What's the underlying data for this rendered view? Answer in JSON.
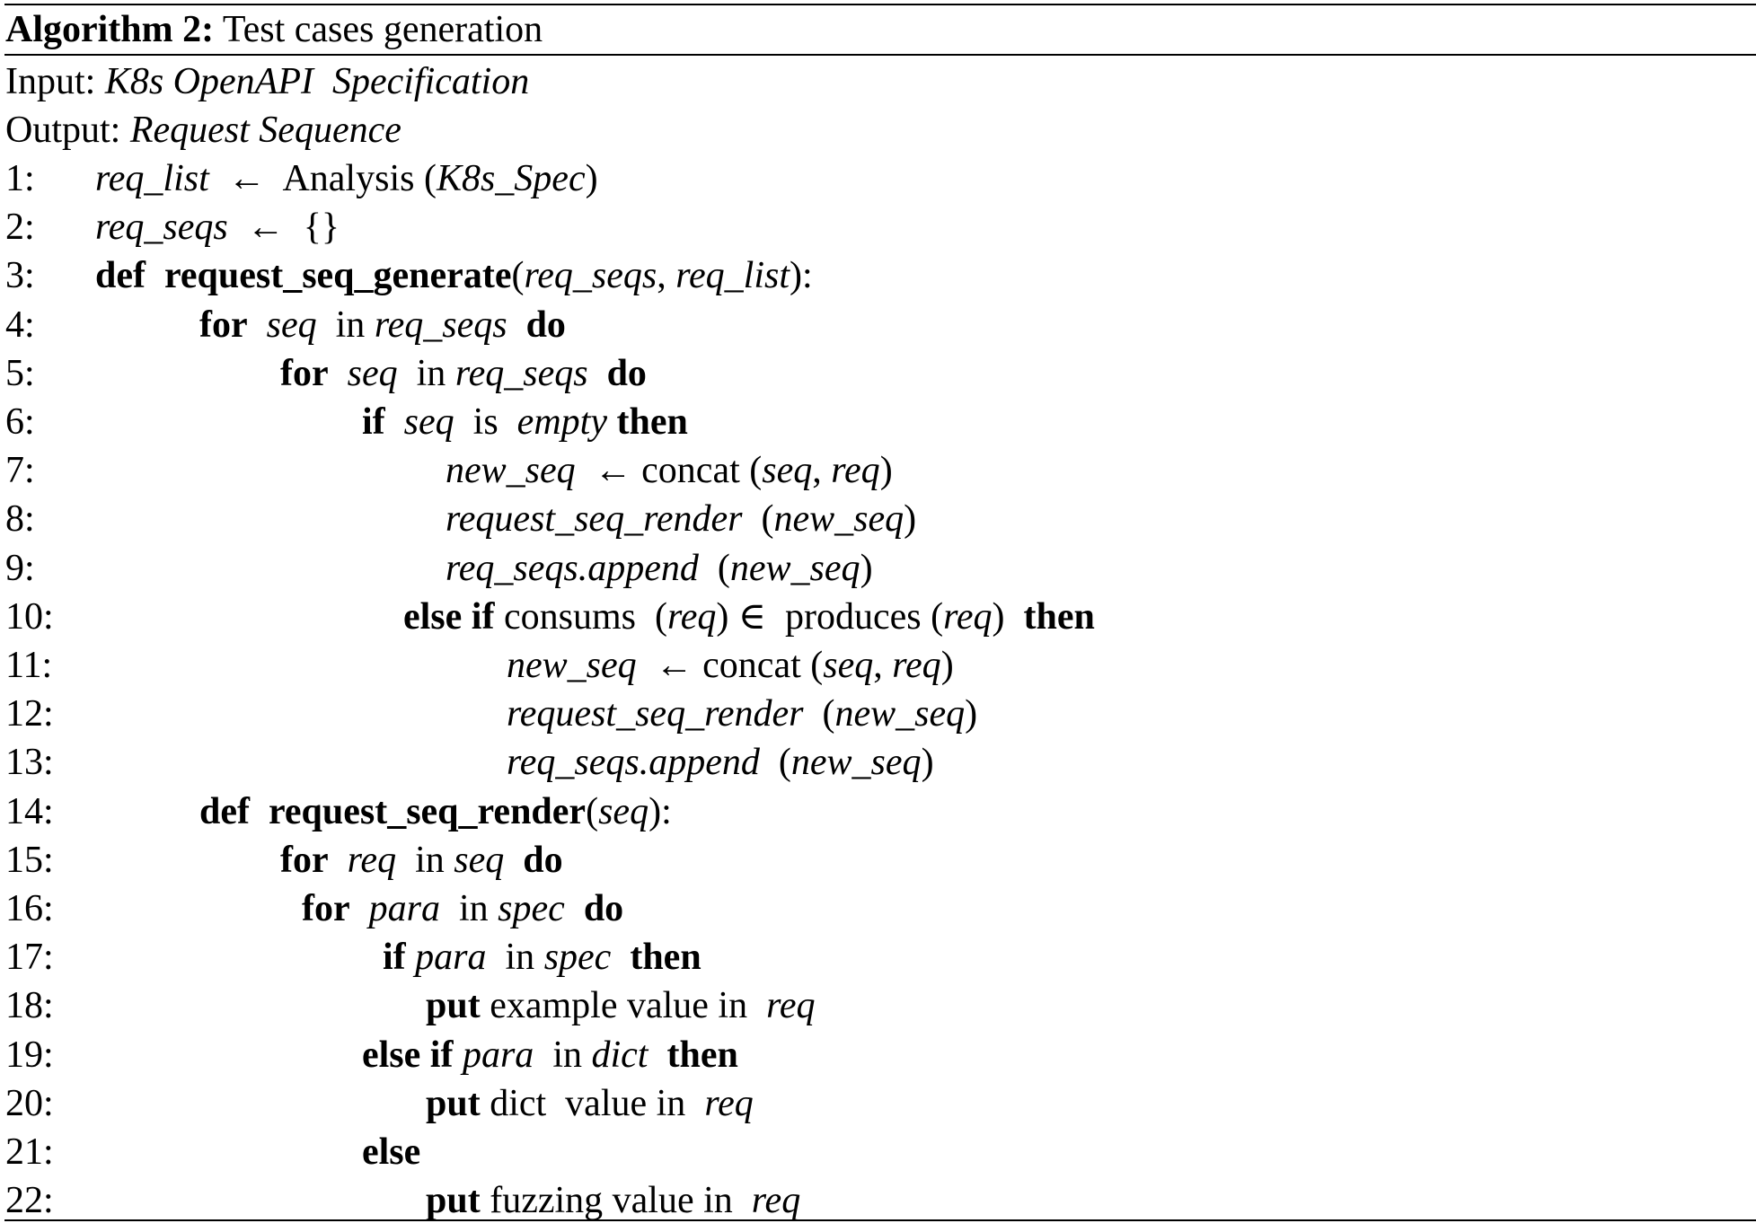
{
  "algorithm": {
    "label": "Algorithm 2:",
    "title": "Test cases generation"
  },
  "io": {
    "input_label": "Input:",
    "input_value": "K8s OpenAPI  Specification",
    "output_label": "Output:",
    "output_value": "Request Sequence"
  },
  "lines": [
    {
      "num": "1:",
      "indent": 1,
      "parts": [
        {
          "t": "req_list",
          "s": "i"
        },
        {
          "t": "  ←  Analysis (",
          "s": "n"
        },
        {
          "t": "K8s_Spec",
          "s": "i"
        },
        {
          "t": ")",
          "s": "n"
        }
      ]
    },
    {
      "num": "2:",
      "indent": 1,
      "parts": [
        {
          "t": "req_seqs",
          "s": "i"
        },
        {
          "t": "  ←  {}",
          "s": "n"
        }
      ]
    },
    {
      "num": "3:",
      "indent": 1,
      "parts": [
        {
          "t": "def  request_seq_generate",
          "s": "b"
        },
        {
          "t": "(",
          "s": "n"
        },
        {
          "t": "req_seqs",
          "s": "i"
        },
        {
          "t": ", ",
          "s": "n"
        },
        {
          "t": "req_list",
          "s": "i"
        },
        {
          "t": "):",
          "s": "n"
        }
      ]
    },
    {
      "num": "4:",
      "indent": 2,
      "parts": [
        {
          "t": "for",
          "s": "b"
        },
        {
          "t": "  ",
          "s": "n"
        },
        {
          "t": "seq",
          "s": "i"
        },
        {
          "t": "  in ",
          "s": "n"
        },
        {
          "t": "req_seqs",
          "s": "i"
        },
        {
          "t": "  ",
          "s": "n"
        },
        {
          "t": "do",
          "s": "b"
        }
      ]
    },
    {
      "num": "5:",
      "indent": 3,
      "parts": [
        {
          "t": "for",
          "s": "b"
        },
        {
          "t": "  ",
          "s": "n"
        },
        {
          "t": "seq",
          "s": "i"
        },
        {
          "t": "  in ",
          "s": "n"
        },
        {
          "t": "req_seqs",
          "s": "i"
        },
        {
          "t": "  ",
          "s": "n"
        },
        {
          "t": "do",
          "s": "b"
        }
      ]
    },
    {
      "num": "6:",
      "indent": 4,
      "parts": [
        {
          "t": "if",
          "s": "b"
        },
        {
          "t": "  ",
          "s": "n"
        },
        {
          "t": "seq",
          "s": "i"
        },
        {
          "t": "  is  ",
          "s": "n"
        },
        {
          "t": "empty",
          "s": "i"
        },
        {
          "t": " ",
          "s": "n"
        },
        {
          "t": "then",
          "s": "b"
        }
      ]
    },
    {
      "num": "7:",
      "indent": 5,
      "parts": [
        {
          "t": "new_seq",
          "s": "i"
        },
        {
          "t": "  ← concat (",
          "s": "n"
        },
        {
          "t": "seq",
          "s": "i"
        },
        {
          "t": ", ",
          "s": "n"
        },
        {
          "t": "req",
          "s": "i"
        },
        {
          "t": ")",
          "s": "n"
        }
      ]
    },
    {
      "num": "8:",
      "indent": 5,
      "parts": [
        {
          "t": "request_seq_render",
          "s": "i"
        },
        {
          "t": "  (",
          "s": "n"
        },
        {
          "t": "new_seq",
          "s": "i"
        },
        {
          "t": ")",
          "s": "n"
        }
      ]
    },
    {
      "num": "9:",
      "indent": 5,
      "parts": [
        {
          "t": "req_seqs.append",
          "s": "i"
        },
        {
          "t": "  (",
          "s": "n"
        },
        {
          "t": "new_seq",
          "s": "i"
        },
        {
          "t": ")",
          "s": "n"
        }
      ]
    },
    {
      "num": "10:",
      "indent": 6,
      "parts": [
        {
          "t": "else if",
          "s": "b"
        },
        {
          "t": " consums  (",
          "s": "n"
        },
        {
          "t": "req",
          "s": "i"
        },
        {
          "t": ") ∈  produces (",
          "s": "n"
        },
        {
          "t": "req",
          "s": "i"
        },
        {
          "t": ")  ",
          "s": "n"
        },
        {
          "t": "then",
          "s": "b"
        }
      ]
    },
    {
      "num": "11:",
      "indent": 7,
      "parts": [
        {
          "t": "new_seq",
          "s": "i"
        },
        {
          "t": "  ← concat (",
          "s": "n"
        },
        {
          "t": "seq",
          "s": "i"
        },
        {
          "t": ", ",
          "s": "n"
        },
        {
          "t": "req",
          "s": "i"
        },
        {
          "t": ")",
          "s": "n"
        }
      ]
    },
    {
      "num": "12:",
      "indent": 7,
      "parts": [
        {
          "t": "request_seq_render",
          "s": "i"
        },
        {
          "t": "  (",
          "s": "n"
        },
        {
          "t": "new_seq",
          "s": "i"
        },
        {
          "t": ")",
          "s": "n"
        }
      ]
    },
    {
      "num": "13:",
      "indent": 7,
      "parts": [
        {
          "t": "req_seqs.append",
          "s": "i"
        },
        {
          "t": "  (",
          "s": "n"
        },
        {
          "t": "new_seq",
          "s": "i"
        },
        {
          "t": ")",
          "s": "n"
        }
      ]
    },
    {
      "num": "14:",
      "indent": 2,
      "parts": [
        {
          "t": "def  request_seq_render",
          "s": "b"
        },
        {
          "t": "(",
          "s": "n"
        },
        {
          "t": "seq",
          "s": "i"
        },
        {
          "t": "):",
          "s": "n"
        }
      ]
    },
    {
      "num": "15:",
      "indent": 3,
      "parts": [
        {
          "t": "for",
          "s": "b"
        },
        {
          "t": "  ",
          "s": "n"
        },
        {
          "t": "req",
          "s": "i"
        },
        {
          "t": "  in ",
          "s": "n"
        },
        {
          "t": "seq",
          "s": "i"
        },
        {
          "t": "  ",
          "s": "n"
        },
        {
          "t": "do",
          "s": "b"
        }
      ]
    },
    {
      "num": "16:",
      "indent": 8,
      "parts": [
        {
          "t": "for",
          "s": "b"
        },
        {
          "t": "  ",
          "s": "n"
        },
        {
          "t": "para",
          "s": "i"
        },
        {
          "t": "  in ",
          "s": "n"
        },
        {
          "t": "spec",
          "s": "i"
        },
        {
          "t": "  ",
          "s": "n"
        },
        {
          "t": "do",
          "s": "b"
        }
      ]
    },
    {
      "num": "17:",
      "indent": 9,
      "parts": [
        {
          "t": "if",
          "s": "b"
        },
        {
          "t": " ",
          "s": "n"
        },
        {
          "t": "para",
          "s": "i"
        },
        {
          "t": "  in ",
          "s": "n"
        },
        {
          "t": "spec",
          "s": "i"
        },
        {
          "t": "  ",
          "s": "n"
        },
        {
          "t": "then",
          "s": "b"
        }
      ]
    },
    {
      "num": "18:",
      "indent": 10,
      "parts": [
        {
          "t": "put",
          "s": "b"
        },
        {
          "t": " example value in  ",
          "s": "n"
        },
        {
          "t": "req",
          "s": "i"
        }
      ]
    },
    {
      "num": "19:",
      "indent": 4,
      "parts": [
        {
          "t": "else if",
          "s": "b"
        },
        {
          "t": " ",
          "s": "n"
        },
        {
          "t": "para",
          "s": "i"
        },
        {
          "t": "  in ",
          "s": "n"
        },
        {
          "t": "dict",
          "s": "i"
        },
        {
          "t": "  ",
          "s": "n"
        },
        {
          "t": "then",
          "s": "b"
        }
      ]
    },
    {
      "num": "20:",
      "indent": 10,
      "parts": [
        {
          "t": "put",
          "s": "b"
        },
        {
          "t": " dict  value in  ",
          "s": "n"
        },
        {
          "t": "req",
          "s": "i"
        }
      ]
    },
    {
      "num": "21:",
      "indent": 4,
      "parts": [
        {
          "t": "else",
          "s": "b"
        }
      ]
    },
    {
      "num": "22:",
      "indent": 10,
      "parts": [
        {
          "t": "put",
          "s": "b"
        },
        {
          "t": " fuzzing value in  ",
          "s": "n"
        },
        {
          "t": "req",
          "s": "i"
        }
      ]
    }
  ]
}
